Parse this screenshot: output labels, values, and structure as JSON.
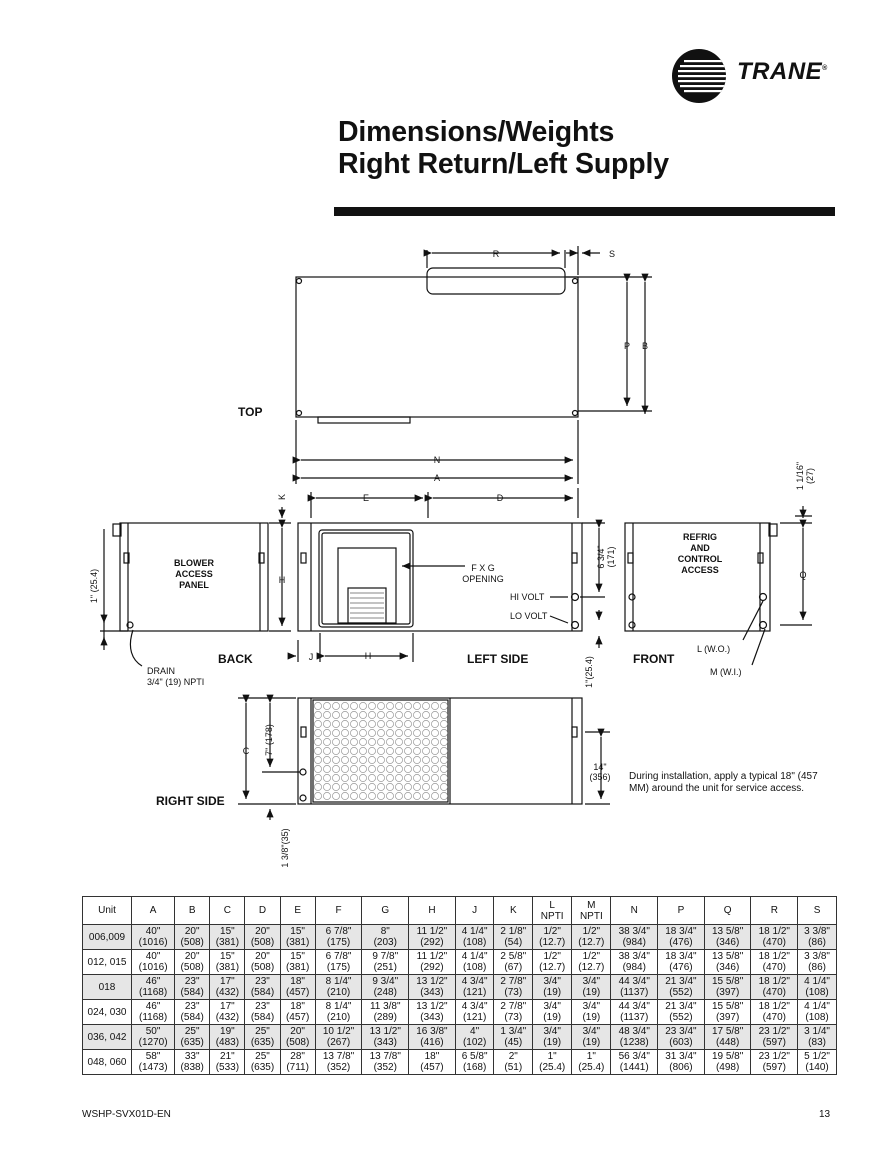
{
  "brand": {
    "name": "TRANE",
    "mark": "®"
  },
  "title": {
    "line1": "Dimensions/Weights",
    "line2": "Right Return/Left Supply"
  },
  "views": {
    "top": "TOP",
    "back": "BACK",
    "left_side": "LEFT SIDE",
    "front": "FRONT",
    "right_side": "RIGHT SIDE"
  },
  "labels": {
    "blower_panel": [
      "BLOWER",
      "ACCESS",
      "PANEL"
    ],
    "refrig_panel": [
      "REFRIG",
      "AND",
      "CONTROL",
      "ACCESS"
    ],
    "opening": [
      "F X G",
      "OPENING"
    ],
    "hi_volt": "HI VOLT",
    "lo_volt": "LO VOLT",
    "drain": [
      "DRAIN",
      "3/4\" (19) NPTI"
    ],
    "lwo": "L (W.O.)",
    "mwi": "M (W.I.)"
  },
  "dims": {
    "R": "R",
    "S": "S",
    "P": "P",
    "B": "B",
    "N": "N",
    "A": "A",
    "K": "K",
    "E": "E",
    "D": "D",
    "H": "H",
    "J": "J",
    "Q": "Q",
    "C": "C",
    "one_inch": "1\" (25.4)",
    "one_inch_b": "1\"(25.4)",
    "one_1_16": "1 1/16\"",
    "one_1_16_mm": "(27)",
    "six_3_4": "6 3/4\"",
    "six_3_4_mm": "(171)",
    "seven": "7\" (178)",
    "fourteen": "14\"",
    "fourteen_mm": "(356)",
    "one_3_8": "1 3/8\"(35)"
  },
  "note": "During installation, apply a typical 18\" (457 MM) around the unit for service access.",
  "table": {
    "headers": [
      "Unit",
      "A",
      "B",
      "C",
      "D",
      "E",
      "F",
      "G",
      "H",
      "J",
      "K",
      "L NPTI",
      "M NPTI",
      "N",
      "P",
      "Q",
      "R",
      "S"
    ],
    "rows": [
      {
        "unit": "006,009",
        "cells": [
          [
            "40\"",
            "(1016)"
          ],
          [
            "20\"",
            "(508)"
          ],
          [
            "15\"",
            "(381)"
          ],
          [
            "20\"",
            "(508)"
          ],
          [
            "15\"",
            "(381)"
          ],
          [
            "6 7/8\"",
            "(175)"
          ],
          [
            "8\"",
            "(203)"
          ],
          [
            "11 1/2\"",
            "(292)"
          ],
          [
            "4 1/4\"",
            "(108)"
          ],
          [
            "2 1/8\"",
            "(54)"
          ],
          [
            "1/2\"",
            "(12.7)"
          ],
          [
            "1/2\"",
            "(12.7)"
          ],
          [
            "38 3/4\"",
            "(984)"
          ],
          [
            "18 3/4\"",
            "(476)"
          ],
          [
            "13 5/8\"",
            "(346)"
          ],
          [
            "18 1/2\"",
            "(470)"
          ],
          [
            "3 3/8\"",
            "(86)"
          ]
        ]
      },
      {
        "unit": "012, 015",
        "cells": [
          [
            "40\"",
            "(1016)"
          ],
          [
            "20\"",
            "(508)"
          ],
          [
            "15\"",
            "(381)"
          ],
          [
            "20\"",
            "(508)"
          ],
          [
            "15\"",
            "(381)"
          ],
          [
            "6 7/8\"",
            "(175)"
          ],
          [
            "9 7/8\"",
            "(251)"
          ],
          [
            "11 1/2\"",
            "(292)"
          ],
          [
            "4 1/4\"",
            "(108)"
          ],
          [
            "2 5/8\"",
            "(67)"
          ],
          [
            "1/2\"",
            "(12.7)"
          ],
          [
            "1/2\"",
            "(12.7)"
          ],
          [
            "38 3/4\"",
            "(984)"
          ],
          [
            "18 3/4\"",
            "(476)"
          ],
          [
            "13 5/8\"",
            "(346)"
          ],
          [
            "18 1/2\"",
            "(470)"
          ],
          [
            "3 3/8\"",
            "(86)"
          ]
        ]
      },
      {
        "unit": "018",
        "cells": [
          [
            "46\"",
            "(1168)"
          ],
          [
            "23\"",
            "(584)"
          ],
          [
            "17\"",
            "(432)"
          ],
          [
            "23\"",
            "(584)"
          ],
          [
            "18\"",
            "(457)"
          ],
          [
            "8 1/4\"",
            "(210)"
          ],
          [
            "9 3/4\"",
            "(248)"
          ],
          [
            "13 1/2\"",
            "(343)"
          ],
          [
            "4 3/4\"",
            "(121)"
          ],
          [
            "2 7/8\"",
            "(73)"
          ],
          [
            "3/4\"",
            "(19)"
          ],
          [
            "3/4\"",
            "(19)"
          ],
          [
            "44 3/4\"",
            "(1137)"
          ],
          [
            "21 3/4\"",
            "(552)"
          ],
          [
            "15 5/8\"",
            "(397)"
          ],
          [
            "18 1/2\"",
            "(470)"
          ],
          [
            "4 1/4\"",
            "(108)"
          ]
        ]
      },
      {
        "unit": "024, 030",
        "cells": [
          [
            "46\"",
            "(1168)"
          ],
          [
            "23\"",
            "(584)"
          ],
          [
            "17\"",
            "(432)"
          ],
          [
            "23\"",
            "(584)"
          ],
          [
            "18\"",
            "(457)"
          ],
          [
            "8 1/4\"",
            "(210)"
          ],
          [
            "11 3/8\"",
            "(289)"
          ],
          [
            "13 1/2\"",
            "(343)"
          ],
          [
            "4 3/4\"",
            "(121)"
          ],
          [
            "2 7/8\"",
            "(73)"
          ],
          [
            "3/4\"",
            "(19)"
          ],
          [
            "3/4\"",
            "(19)"
          ],
          [
            "44 3/4\"",
            "(1137)"
          ],
          [
            "21 3/4\"",
            "(552)"
          ],
          [
            "15 5/8\"",
            "(397)"
          ],
          [
            "18 1/2\"",
            "(470)"
          ],
          [
            "4 1/4\"",
            "(108)"
          ]
        ]
      },
      {
        "unit": "036, 042",
        "cells": [
          [
            "50\"",
            "(1270)"
          ],
          [
            "25\"",
            "(635)"
          ],
          [
            "19\"",
            "(483)"
          ],
          [
            "25\"",
            "(635)"
          ],
          [
            "20\"",
            "(508)"
          ],
          [
            "10 1/2\"",
            "(267)"
          ],
          [
            "13 1/2\"",
            "(343)"
          ],
          [
            "16 3/8\"",
            "(416)"
          ],
          [
            "4\"",
            "(102)"
          ],
          [
            "1 3/4\"",
            "(45)"
          ],
          [
            "3/4\"",
            "(19)"
          ],
          [
            "3/4\"",
            "(19)"
          ],
          [
            "48 3/4\"",
            "(1238)"
          ],
          [
            "23 3/4\"",
            "(603)"
          ],
          [
            "17 5/8\"",
            "(448)"
          ],
          [
            "23 1/2\"",
            "(597)"
          ],
          [
            "3 1/4\"",
            "(83)"
          ]
        ]
      },
      {
        "unit": "048, 060",
        "cells": [
          [
            "58\"",
            "(1473)"
          ],
          [
            "33\"",
            "(838)"
          ],
          [
            "21\"",
            "(533)"
          ],
          [
            "25\"",
            "(635)"
          ],
          [
            "28\"",
            "(711)"
          ],
          [
            "13 7/8\"",
            "(352)"
          ],
          [
            "13 7/8\"",
            "(352)"
          ],
          [
            "18\"",
            "(457)"
          ],
          [
            "6 5/8\"",
            "(168)"
          ],
          [
            "2\"",
            "(51)"
          ],
          [
            "1\"",
            "(25.4)"
          ],
          [
            "1\"",
            "(25.4)"
          ],
          [
            "56 3/4\"",
            "(1441)"
          ],
          [
            "31 3/4\"",
            "(806)"
          ],
          [
            "19 5/8\"",
            "(498)"
          ],
          [
            "23 1/2\"",
            "(597)"
          ],
          [
            "5 1/2\"",
            "(140)"
          ]
        ]
      }
    ]
  },
  "footer": {
    "doc_id": "WSHP-SVX01D-EN",
    "page": "13"
  }
}
